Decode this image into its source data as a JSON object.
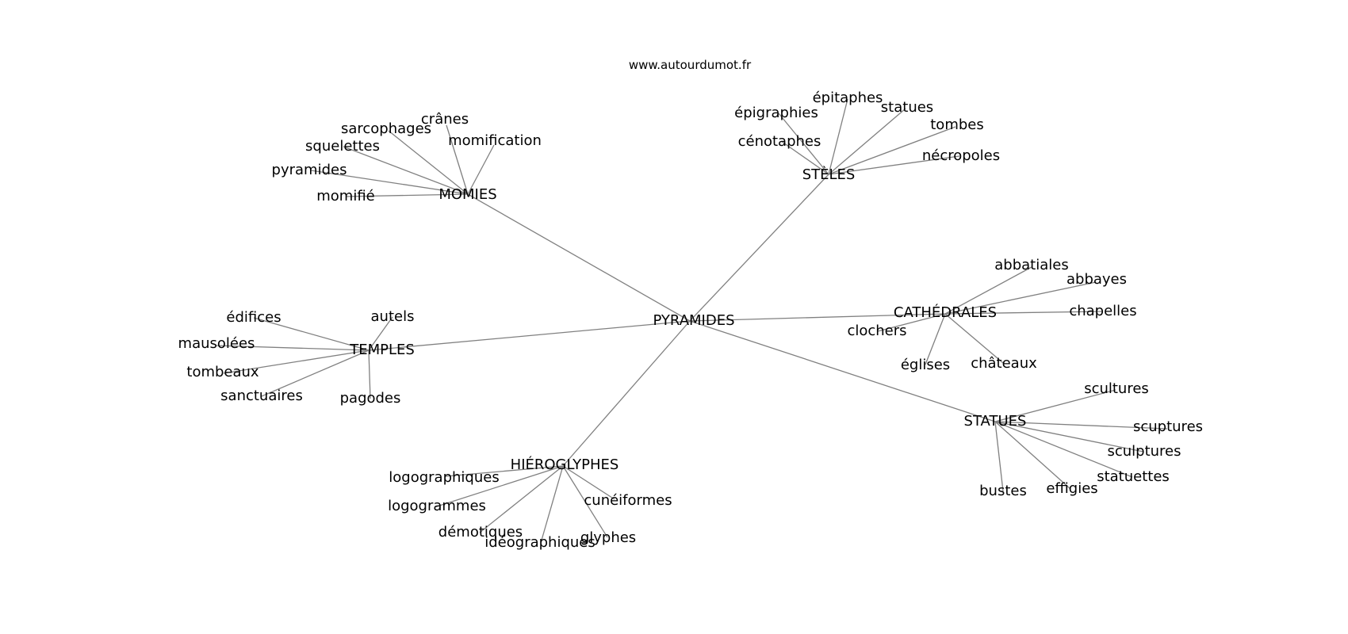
{
  "site_url": "www.autourdumot.fr",
  "center": {
    "id": "pyramides",
    "label": "PYRAMIDES"
  },
  "hubs": [
    {
      "id": "momies",
      "label": "MOMIES",
      "leaves": [
        {
          "id": "cranes",
          "label": "crânes"
        },
        {
          "id": "sarcophages",
          "label": "sarcophages"
        },
        {
          "id": "momification",
          "label": "momification"
        },
        {
          "id": "squelettes",
          "label": "squelettes"
        },
        {
          "id": "pyramides-leaf",
          "label": "pyramides"
        },
        {
          "id": "momifie",
          "label": "momifié"
        }
      ]
    },
    {
      "id": "steles",
      "label": "STÈLES",
      "leaves": [
        {
          "id": "epitaphes",
          "label": "épitaphes"
        },
        {
          "id": "epigraphies",
          "label": "épigraphies"
        },
        {
          "id": "statues-leaf",
          "label": "statues"
        },
        {
          "id": "tombes",
          "label": "tombes"
        },
        {
          "id": "cenotaphes",
          "label": "cénotaphes"
        },
        {
          "id": "necropoles",
          "label": "nécropoles"
        }
      ]
    },
    {
      "id": "cathedrales",
      "label": "CATHÉDRALES",
      "leaves": [
        {
          "id": "abbatiales",
          "label": "abbatiales"
        },
        {
          "id": "abbayes",
          "label": "abbayes"
        },
        {
          "id": "chapelles",
          "label": "chapelles"
        },
        {
          "id": "clochers",
          "label": "clochers"
        },
        {
          "id": "eglises",
          "label": "églises"
        },
        {
          "id": "chateaux",
          "label": "châteaux"
        }
      ]
    },
    {
      "id": "temples",
      "label": "TEMPLES",
      "leaves": [
        {
          "id": "edifices",
          "label": "édifices"
        },
        {
          "id": "autels",
          "label": "autels"
        },
        {
          "id": "mausolees",
          "label": "mausolées"
        },
        {
          "id": "tombeaux",
          "label": "tombeaux"
        },
        {
          "id": "sanctuaires",
          "label": "sanctuaires"
        },
        {
          "id": "pagodes",
          "label": "pagodes"
        }
      ]
    },
    {
      "id": "statues",
      "label": "STATUES",
      "leaves": [
        {
          "id": "scultures",
          "label": "scultures"
        },
        {
          "id": "scuptures",
          "label": "scuptures"
        },
        {
          "id": "sculptures",
          "label": "sculptures"
        },
        {
          "id": "statuettes",
          "label": "statuettes"
        },
        {
          "id": "bustes",
          "label": "bustes"
        },
        {
          "id": "effigies",
          "label": "effigies"
        }
      ]
    },
    {
      "id": "hieroglyphes",
      "label": "HIÉROGLYPHES",
      "leaves": [
        {
          "id": "logographiques",
          "label": "logographiques"
        },
        {
          "id": "logogrammes",
          "label": "logogrammes"
        },
        {
          "id": "cuneiformes",
          "label": "cunéiformes"
        },
        {
          "id": "demotiques",
          "label": "démotiques"
        },
        {
          "id": "ideographiques",
          "label": "idéographiques"
        },
        {
          "id": "glyphes",
          "label": "glyphes"
        }
      ]
    }
  ]
}
